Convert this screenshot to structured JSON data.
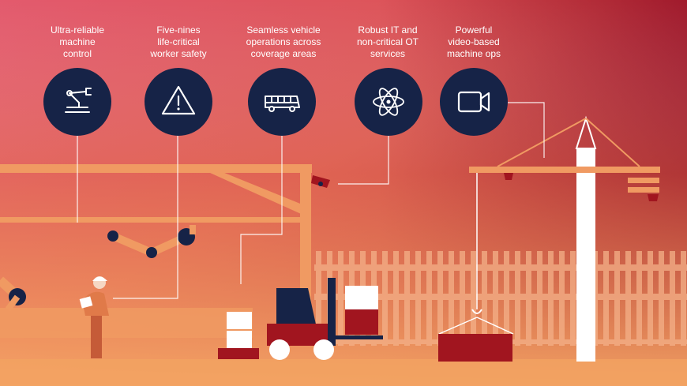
{
  "background": {
    "gradient_top_left": "#e2566b",
    "gradient_top_right": "#8f0a22",
    "gradient_bottom": "#f2a063",
    "icon_circle_color": "#162347",
    "accent_red": "#a1151f",
    "structure_color": "#f09a62"
  },
  "features": [
    {
      "icon": "robot-arm-icon",
      "lines": [
        "Ultra-reliable",
        "machine",
        "control"
      ]
    },
    {
      "icon": "warning-triangle-icon",
      "lines": [
        "Five-nines",
        "life-critical",
        "worker safety"
      ]
    },
    {
      "icon": "bus-vehicle-icon",
      "lines": [
        "Seamless vehicle",
        "operations across",
        "coverage areas"
      ]
    },
    {
      "icon": "atom-icon",
      "lines": [
        "Robust IT and",
        "non-critical OT",
        "services"
      ]
    },
    {
      "icon": "video-camera-icon",
      "lines": [
        "Powerful",
        "video-based",
        "machine ops"
      ]
    }
  ]
}
